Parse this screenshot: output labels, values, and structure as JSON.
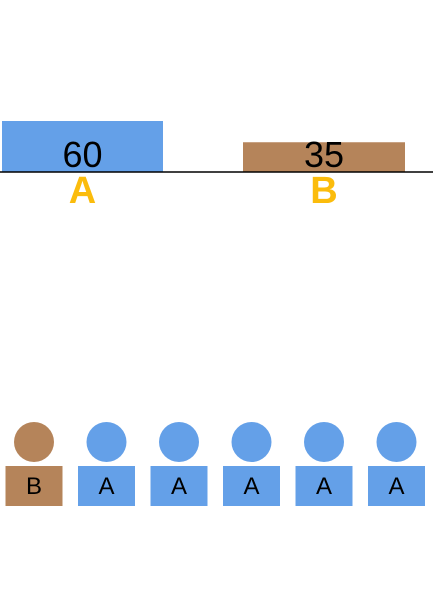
{
  "chart_data": {
    "type": "bar",
    "categories": [
      "A",
      "B"
    ],
    "values": [
      60,
      35
    ],
    "ylim": [
      0,
      60
    ],
    "bar_colors": {
      "A": "#64a0e8",
      "B": "#b5845a"
    },
    "category_label_color": "#fbbc0c",
    "baseline_color": "#000000",
    "tokens": [
      "B",
      "A",
      "A",
      "A",
      "A",
      "A"
    ]
  }
}
